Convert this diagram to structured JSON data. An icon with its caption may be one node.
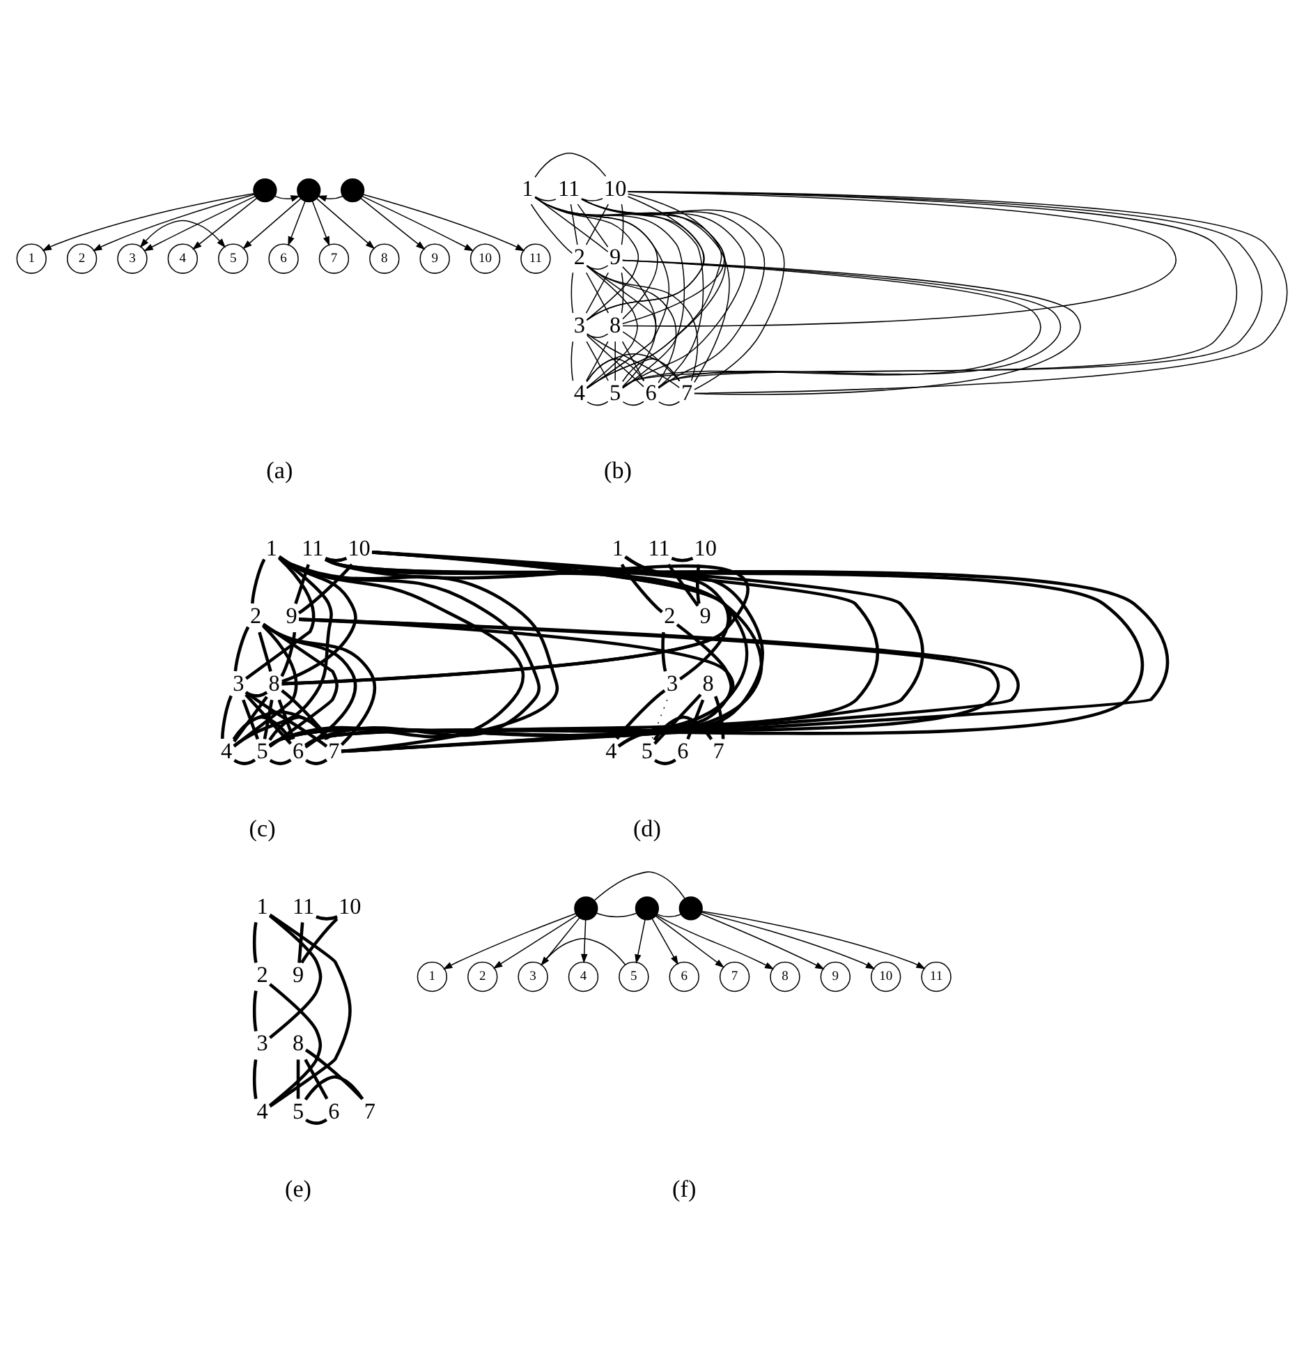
{
  "diagram": {
    "nodes": [
      {
        "text": [],
        "shape": "circle"
      },
      {
        "text": [],
        "shape": "circle"
      },
      {
        "text": [],
        "shape": "circle"
      },
      {
        "text": [
          "1"
        ]
      },
      {
        "text": [
          "2"
        ]
      },
      {
        "text": [
          "3"
        ]
      },
      {
        "text": [
          "4"
        ]
      },
      {
        "text": [
          "5"
        ]
      },
      {
        "text": [
          "6"
        ]
      },
      {
        "text": [
          "7"
        ]
      },
      {
        "text": [
          "8"
        ]
      },
      {
        "text": [
          "9"
        ]
      },
      {
        "text": [
          "10"
        ]
      },
      {
        "text": [
          "11"
        ]
      },
      {
        "text": [
          "1"
        ]
      },
      {
        "text": [
          "2"
        ]
      },
      {
        "text": [
          "3"
        ]
      },
      {
        "text": [
          "4"
        ]
      },
      {
        "text": [
          "5"
        ]
      },
      {
        "text": [
          "6"
        ]
      },
      {
        "text": [
          "7"
        ]
      },
      {
        "text": [
          "8"
        ]
      },
      {
        "text": [
          "9"
        ]
      },
      {
        "text": [
          "10"
        ]
      },
      {
        "text": [
          "11"
        ]
      },
      {
        "text": [
          "1"
        ]
      },
      {
        "text": [
          "2"
        ]
      },
      {
        "text": [
          "3"
        ]
      },
      {
        "text": [
          "4"
        ]
      },
      {
        "text": [
          "5"
        ]
      },
      {
        "text": [
          "6"
        ]
      },
      {
        "text": [
          "7"
        ]
      },
      {
        "text": [
          "8"
        ]
      },
      {
        "text": [
          "9"
        ]
      },
      {
        "text": [
          "10"
        ]
      },
      {
        "text": [
          "11"
        ]
      },
      {
        "text": [
          "1"
        ]
      },
      {
        "text": [
          "2"
        ]
      },
      {
        "text": [
          "3"
        ]
      },
      {
        "text": [
          "4"
        ]
      },
      {
        "text": [
          "5"
        ]
      },
      {
        "text": [
          "6"
        ]
      },
      {
        "text": [
          "7"
        ]
      },
      {
        "text": [
          "8"
        ]
      },
      {
        "text": [
          "9"
        ]
      },
      {
        "text": [
          "10"
        ]
      },
      {
        "text": [
          "11"
        ]
      },
      {
        "text": [
          "1"
        ]
      },
      {
        "text": [
          "2"
        ]
      },
      {
        "text": [
          "3"
        ]
      },
      {
        "text": [
          "4"
        ]
      },
      {
        "text": [
          "5"
        ]
      },
      {
        "text": [
          "6"
        ]
      },
      {
        "text": [
          "7"
        ]
      },
      {
        "text": [
          "8"
        ]
      },
      {
        "text": [
          "9"
        ]
      },
      {
        "text": [
          "10"
        ]
      },
      {
        "text": [
          "11"
        ]
      },
      {
        "text": [],
        "shape": "circle"
      },
      {
        "text": [],
        "shape": "circle"
      },
      {
        "text": [],
        "shape": "circle"
      },
      {
        "text": [
          "1"
        ]
      },
      {
        "text": [
          "2"
        ]
      },
      {
        "text": [
          "3"
        ]
      },
      {
        "text": [
          "4"
        ]
      },
      {
        "text": [
          "5"
        ]
      },
      {
        "text": [
          "6"
        ]
      },
      {
        "text": [
          "7"
        ]
      },
      {
        "text": [
          "8"
        ]
      },
      {
        "text": [
          "9"
        ]
      },
      {
        "text": [
          "10"
        ]
      },
      {
        "text": [
          "11"
        ]
      }
    ],
    "edges": [
      {
        "from": 0,
        "to": 1,
        "arrow": "to"
      },
      {
        "from": 2,
        "to": 1,
        "arrow": "to"
      },
      {
        "from": 0,
        "to": 3,
        "arrow": "to"
      },
      {
        "from": 0,
        "to": 4,
        "arrow": "to"
      },
      {
        "from": 0,
        "to": 5,
        "arrow": "to"
      },
      {
        "from": 0,
        "to": 6,
        "arrow": "to"
      },
      {
        "from": 1,
        "to": 7,
        "arrow": "to"
      },
      {
        "from": 1,
        "to": 8,
        "arrow": "to"
      },
      {
        "from": 1,
        "to": 9,
        "arrow": "to"
      },
      {
        "from": 1,
        "to": 10,
        "arrow": "to"
      },
      {
        "from": 2,
        "to": 11,
        "arrow": "to"
      },
      {
        "from": 2,
        "to": 12,
        "arrow": "to"
      },
      {
        "from": 2,
        "to": 13,
        "arrow": "to"
      },
      {
        "from": 5,
        "to": 7,
        "arrow": "both"
      },
      {
        "from": 14,
        "to": 15,
        "arrow": "none"
      },
      {
        "from": 14,
        "to": 16,
        "arrow": "none"
      },
      {
        "from": 14,
        "to": 17,
        "arrow": "none"
      },
      {
        "from": 14,
        "to": 18,
        "arrow": "none"
      },
      {
        "from": 14,
        "to": 19,
        "arrow": "none"
      },
      {
        "from": 14,
        "to": 20,
        "arrow": "none"
      },
      {
        "from": 14,
        "to": 21,
        "arrow": "none"
      },
      {
        "from": 14,
        "to": 22,
        "arrow": "none"
      },
      {
        "from": 14,
        "to": 23,
        "arrow": "none"
      },
      {
        "from": 14,
        "to": 24,
        "arrow": "none"
      },
      {
        "from": 15,
        "to": 16,
        "arrow": "none"
      },
      {
        "from": 15,
        "to": 17,
        "arrow": "none"
      },
      {
        "from": 15,
        "to": 18,
        "arrow": "none"
      },
      {
        "from": 15,
        "to": 19,
        "arrow": "none"
      },
      {
        "from": 15,
        "to": 20,
        "arrow": "none"
      },
      {
        "from": 15,
        "to": 21,
        "arrow": "none"
      },
      {
        "from": 15,
        "to": 22,
        "arrow": "none"
      },
      {
        "from": 15,
        "to": 23,
        "arrow": "none"
      },
      {
        "from": 15,
        "to": 24,
        "arrow": "none"
      },
      {
        "from": 16,
        "to": 17,
        "arrow": "none"
      },
      {
        "from": 16,
        "to": 18,
        "arrow": "none"
      },
      {
        "from": 16,
        "to": 19,
        "arrow": "none"
      },
      {
        "from": 16,
        "to": 20,
        "arrow": "none"
      },
      {
        "from": 16,
        "to": 21,
        "arrow": "none"
      },
      {
        "from": 16,
        "to": 22,
        "arrow": "none"
      },
      {
        "from": 16,
        "to": 23,
        "arrow": "none"
      },
      {
        "from": 16,
        "to": 24,
        "arrow": "none"
      },
      {
        "from": 17,
        "to": 18,
        "arrow": "none"
      },
      {
        "from": 17,
        "to": 19,
        "arrow": "none"
      },
      {
        "from": 17,
        "to": 20,
        "arrow": "none"
      },
      {
        "from": 17,
        "to": 21,
        "arrow": "none"
      },
      {
        "from": 17,
        "to": 22,
        "arrow": "none"
      },
      {
        "from": 17,
        "to": 23,
        "arrow": "none"
      },
      {
        "from": 17,
        "to": 24,
        "arrow": "none"
      },
      {
        "from": 18,
        "to": 19,
        "arrow": "none"
      },
      {
        "from": 18,
        "to": 20,
        "arrow": "none"
      },
      {
        "from": 18,
        "to": 21,
        "arrow": "none"
      },
      {
        "from": 18,
        "to": 22,
        "arrow": "none"
      },
      {
        "from": 18,
        "to": 23,
        "arrow": "none"
      },
      {
        "from": 18,
        "to": 24,
        "arrow": "none"
      },
      {
        "from": 19,
        "to": 20,
        "arrow": "none"
      },
      {
        "from": 19,
        "to": 21,
        "arrow": "none"
      },
      {
        "from": 19,
        "to": 22,
        "arrow": "none"
      },
      {
        "from": 19,
        "to": 23,
        "arrow": "none"
      },
      {
        "from": 19,
        "to": 24,
        "arrow": "none"
      },
      {
        "from": 20,
        "to": 21,
        "arrow": "none"
      },
      {
        "from": 20,
        "to": 22,
        "arrow": "none"
      },
      {
        "from": 20,
        "to": 23,
        "arrow": "none"
      },
      {
        "from": 20,
        "to": 24,
        "arrow": "none"
      },
      {
        "from": 21,
        "to": 22,
        "arrow": "none"
      },
      {
        "from": 21,
        "to": 23,
        "arrow": "none"
      },
      {
        "from": 21,
        "to": 24,
        "arrow": "none"
      },
      {
        "from": 22,
        "to": 23,
        "arrow": "none"
      },
      {
        "from": 22,
        "to": 24,
        "arrow": "none"
      },
      {
        "from": 23,
        "to": 24,
        "arrow": "none"
      },
      {
        "from": 25,
        "to": 26,
        "arrow": "none",
        "style": "thick"
      },
      {
        "from": 25,
        "to": 27,
        "arrow": "none",
        "style": "thick"
      },
      {
        "from": 25,
        "to": 28,
        "arrow": "none",
        "style": "thick"
      },
      {
        "from": 25,
        "to": 29,
        "arrow": "none",
        "style": "thick"
      },
      {
        "from": 25,
        "to": 30,
        "arrow": "none",
        "style": "thick"
      },
      {
        "from": 25,
        "to": 31,
        "arrow": "none",
        "style": "thick"
      },
      {
        "from": 25,
        "to": 32,
        "arrow": "none",
        "style": "thick"
      },
      {
        "from": 26,
        "to": 27,
        "arrow": "none",
        "style": "thick"
      },
      {
        "from": 26,
        "to": 28,
        "arrow": "none",
        "style": "thick"
      },
      {
        "from": 26,
        "to": 29,
        "arrow": "none",
        "style": "thick"
      },
      {
        "from": 26,
        "to": 30,
        "arrow": "none",
        "style": "thick"
      },
      {
        "from": 26,
        "to": 31,
        "arrow": "none",
        "style": "thick"
      },
      {
        "from": 26,
        "to": 32,
        "arrow": "none",
        "style": "thick"
      },
      {
        "from": 27,
        "to": 28,
        "arrow": "none",
        "style": "thick"
      },
      {
        "from": 27,
        "to": 29,
        "arrow": "none",
        "style": "thick"
      },
      {
        "from": 27,
        "to": 30,
        "arrow": "none",
        "style": "thick"
      },
      {
        "from": 27,
        "to": 31,
        "arrow": "none",
        "style": "thick"
      },
      {
        "from": 27,
        "to": 32,
        "arrow": "none",
        "style": "thick"
      },
      {
        "from": 28,
        "to": 29,
        "arrow": "none",
        "style": "thick"
      },
      {
        "from": 28,
        "to": 30,
        "arrow": "none",
        "style": "thick"
      },
      {
        "from": 28,
        "to": 31,
        "arrow": "none",
        "style": "thick"
      },
      {
        "from": 28,
        "to": 32,
        "arrow": "none",
        "style": "thick"
      },
      {
        "from": 29,
        "to": 30,
        "arrow": "none",
        "style": "thick"
      },
      {
        "from": 29,
        "to": 31,
        "arrow": "none",
        "style": "thick"
      },
      {
        "from": 29,
        "to": 32,
        "arrow": "none",
        "style": "thick"
      },
      {
        "from": 29,
        "to": 33,
        "arrow": "none",
        "style": "thick"
      },
      {
        "from": 29,
        "to": 34,
        "arrow": "none",
        "style": "thick"
      },
      {
        "from": 29,
        "to": 35,
        "arrow": "none",
        "style": "thick"
      },
      {
        "from": 30,
        "to": 31,
        "arrow": "none",
        "style": "thick"
      },
      {
        "from": 30,
        "to": 32,
        "arrow": "none",
        "style": "thick"
      },
      {
        "from": 30,
        "to": 33,
        "arrow": "none",
        "style": "thick"
      },
      {
        "from": 30,
        "to": 34,
        "arrow": "none",
        "style": "thick"
      },
      {
        "from": 30,
        "to": 35,
        "arrow": "none",
        "style": "thick"
      },
      {
        "from": 31,
        "to": 32,
        "arrow": "none",
        "style": "thick"
      },
      {
        "from": 31,
        "to": 33,
        "arrow": "none",
        "style": "thick"
      },
      {
        "from": 31,
        "to": 34,
        "arrow": "none",
        "style": "thick"
      },
      {
        "from": 31,
        "to": 35,
        "arrow": "none",
        "style": "thick"
      },
      {
        "from": 32,
        "to": 33,
        "arrow": "none",
        "style": "thick"
      },
      {
        "from": 32,
        "to": 34,
        "arrow": "none",
        "style": "thick"
      },
      {
        "from": 32,
        "to": 35,
        "arrow": "none",
        "style": "thick"
      },
      {
        "from": 33,
        "to": 34,
        "arrow": "none",
        "style": "thick"
      },
      {
        "from": 33,
        "to": 35,
        "arrow": "none",
        "style": "thick"
      },
      {
        "from": 34,
        "to": 35,
        "arrow": "none",
        "style": "thick"
      },
      {
        "from": 36,
        "to": 37,
        "arrow": "none",
        "style": "thick"
      },
      {
        "from": 36,
        "to": 38,
        "arrow": "none",
        "style": "thick"
      },
      {
        "from": 36,
        "to": 39,
        "arrow": "none",
        "style": "thick"
      },
      {
        "from": 37,
        "to": 38,
        "arrow": "none",
        "style": "thick"
      },
      {
        "from": 37,
        "to": 39,
        "arrow": "none",
        "style": "thick"
      },
      {
        "from": 38,
        "to": 39,
        "arrow": "none",
        "style": "thick"
      },
      {
        "from": 38,
        "to": 40,
        "arrow": "none",
        "style": "dashed"
      },
      {
        "from": 46,
        "to": 45,
        "arrow": "none",
        "style": "thick"
      },
      {
        "from": 46,
        "to": 44,
        "arrow": "none",
        "style": "thick"
      },
      {
        "from": 45,
        "to": 44,
        "arrow": "none",
        "style": "thick"
      },
      {
        "from": 40,
        "to": 41,
        "arrow": "none",
        "style": "thick"
      },
      {
        "from": 40,
        "to": 42,
        "arrow": "none",
        "style": "thick"
      },
      {
        "from": 40,
        "to": 43,
        "arrow": "none",
        "style": "thick"
      },
      {
        "from": 41,
        "to": 43,
        "arrow": "none",
        "style": "thick"
      },
      {
        "from": 42,
        "to": 43,
        "arrow": "none",
        "style": "thick"
      },
      {
        "from": 47,
        "to": 48,
        "arrow": "none",
        "style": "thick"
      },
      {
        "from": 47,
        "to": 49,
        "arrow": "none",
        "style": "thick"
      },
      {
        "from": 47,
        "to": 50,
        "arrow": "none",
        "style": "thick"
      },
      {
        "from": 48,
        "to": 49,
        "arrow": "none",
        "style": "thick"
      },
      {
        "from": 48,
        "to": 50,
        "arrow": "none",
        "style": "thick"
      },
      {
        "from": 49,
        "to": 50,
        "arrow": "none",
        "style": "thick"
      },
      {
        "from": 57,
        "to": 56,
        "arrow": "none",
        "style": "thick"
      },
      {
        "from": 57,
        "to": 55,
        "arrow": "none",
        "style": "thick"
      },
      {
        "from": 56,
        "to": 55,
        "arrow": "none",
        "style": "thick"
      },
      {
        "from": 51,
        "to": 52,
        "arrow": "none",
        "style": "thick"
      },
      {
        "from": 51,
        "to": 53,
        "arrow": "none",
        "style": "thick"
      },
      {
        "from": 51,
        "to": 54,
        "arrow": "none",
        "style": "thick"
      },
      {
        "from": 52,
        "to": 54,
        "arrow": "none",
        "style": "thick"
      },
      {
        "from": 53,
        "to": 54,
        "arrow": "none",
        "style": "thick"
      },
      {
        "from": 58,
        "to": 60,
        "arrow": "none"
      },
      {
        "from": 58,
        "to": 59,
        "arrow": "none"
      },
      {
        "from": 59,
        "to": 60,
        "arrow": "none"
      },
      {
        "from": 58,
        "to": 61,
        "arrow": "to"
      },
      {
        "from": 58,
        "to": 62,
        "arrow": "to"
      },
      {
        "from": 58,
        "to": 63,
        "arrow": "to"
      },
      {
        "from": 58,
        "to": 64,
        "arrow": "to"
      },
      {
        "from": 59,
        "to": 65,
        "arrow": "to"
      },
      {
        "from": 59,
        "to": 66,
        "arrow": "to"
      },
      {
        "from": 59,
        "to": 67,
        "arrow": "to"
      },
      {
        "from": 59,
        "to": 68,
        "arrow": "to"
      },
      {
        "from": 60,
        "to": 69,
        "arrow": "to"
      },
      {
        "from": 60,
        "to": 70,
        "arrow": "to"
      },
      {
        "from": 60,
        "to": 71,
        "arrow": "to"
      },
      {
        "from": 63,
        "to": 65,
        "arrow": "none"
      }
    ],
    "labels": [
      "(a)",
      "(b)",
      "(c)",
      "(d)",
      "(e)",
      "(f)"
    ]
  }
}
